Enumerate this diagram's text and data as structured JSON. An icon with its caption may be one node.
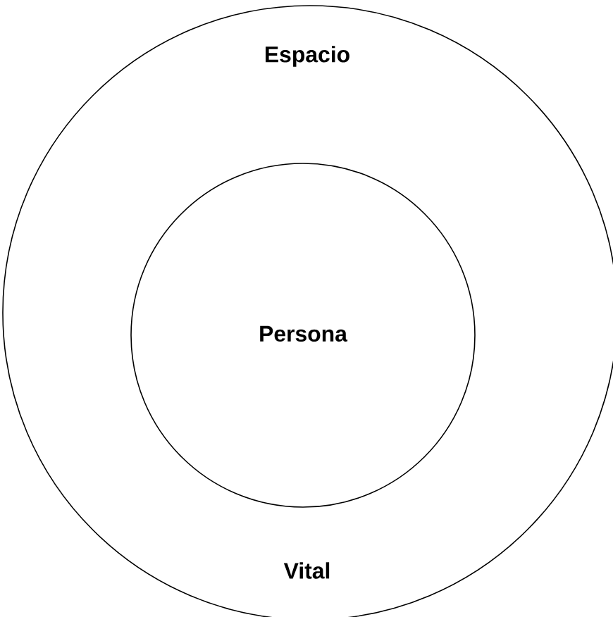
{
  "diagram": {
    "nodes": [
      {
        "text": [
          "Espacio",
          "Vital"
        ]
      },
      {
        "text": [
          "Persona"
        ],
        "in": 0
      }
    ]
  }
}
